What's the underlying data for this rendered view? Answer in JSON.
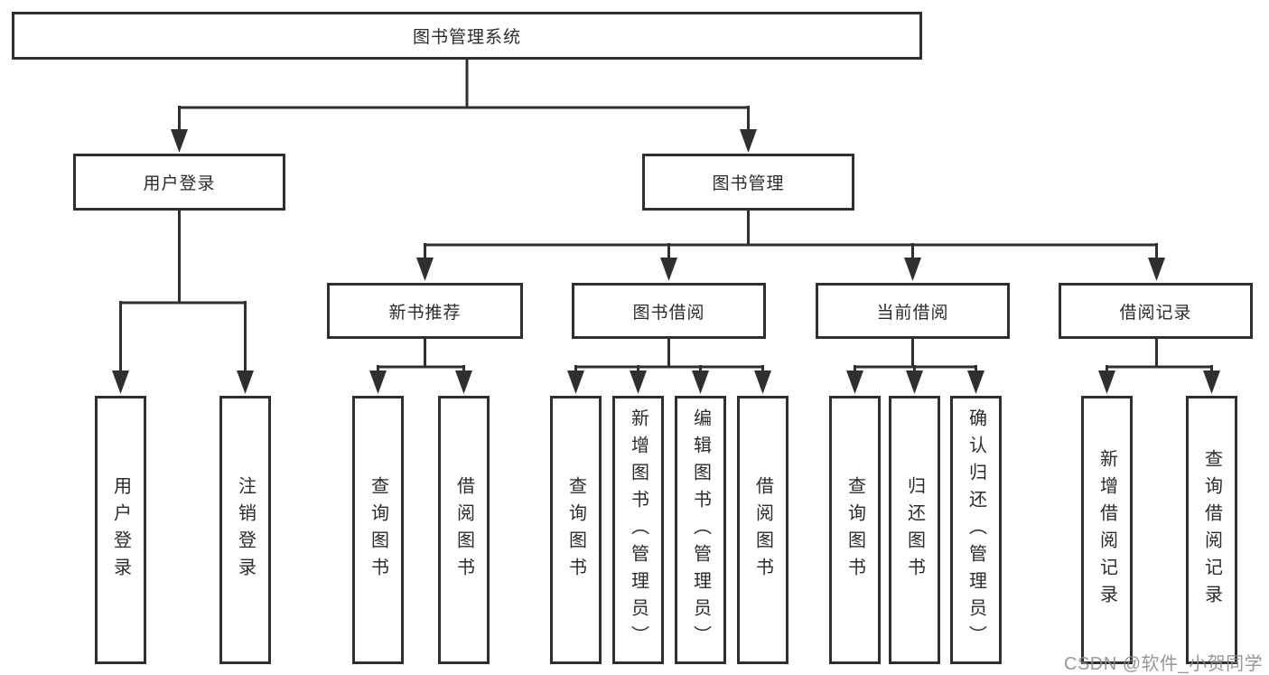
{
  "diagram": {
    "root_label": "图书管理系统",
    "colors": {
      "line": "#2f2f2f",
      "box_border": "#2f2f2f",
      "box_fill": "#ffffff",
      "text": "#2b2b2b",
      "watermark": "#8c8c8c"
    },
    "branches": [
      {
        "label": "用户登录",
        "children": [
          {
            "label": "用户登录"
          },
          {
            "label": "注销登录"
          }
        ]
      },
      {
        "label": "图书管理",
        "children": [
          {
            "label": "新书推荐",
            "children": [
              {
                "label": "查询图书"
              },
              {
                "label": "借阅图书"
              }
            ]
          },
          {
            "label": "图书借阅",
            "children": [
              {
                "label": "查询图书"
              },
              {
                "label": "新增图书（管理员）"
              },
              {
                "label": "编辑图书（管理员）"
              },
              {
                "label": "借阅图书"
              }
            ]
          },
          {
            "label": "当前借阅",
            "children": [
              {
                "label": "查询图书"
              },
              {
                "label": "归还图书"
              },
              {
                "label": "确认归还（管理员）"
              }
            ]
          },
          {
            "label": "借阅记录",
            "children": [
              {
                "label": "新增借阅记录"
              },
              {
                "label": "查询借阅记录"
              }
            ]
          }
        ]
      }
    ],
    "watermark": {
      "text": "CSDN @软件_小贺同学"
    }
  }
}
